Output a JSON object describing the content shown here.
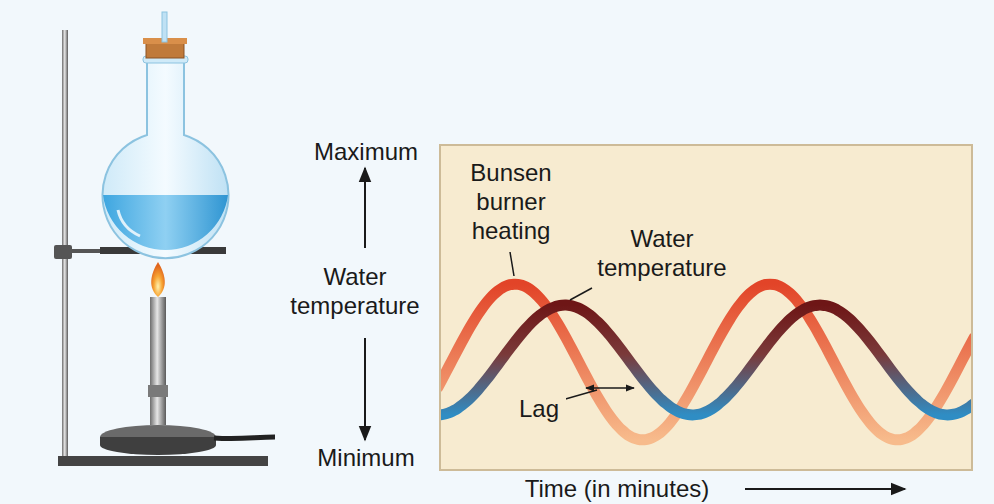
{
  "diagram": {
    "labels": [
      "Maximum",
      "Water temperature",
      "Minimum",
      "Bunsen burner heating",
      "Water temperature",
      "Lag",
      "Time (in minutes)"
    ]
  }
}
